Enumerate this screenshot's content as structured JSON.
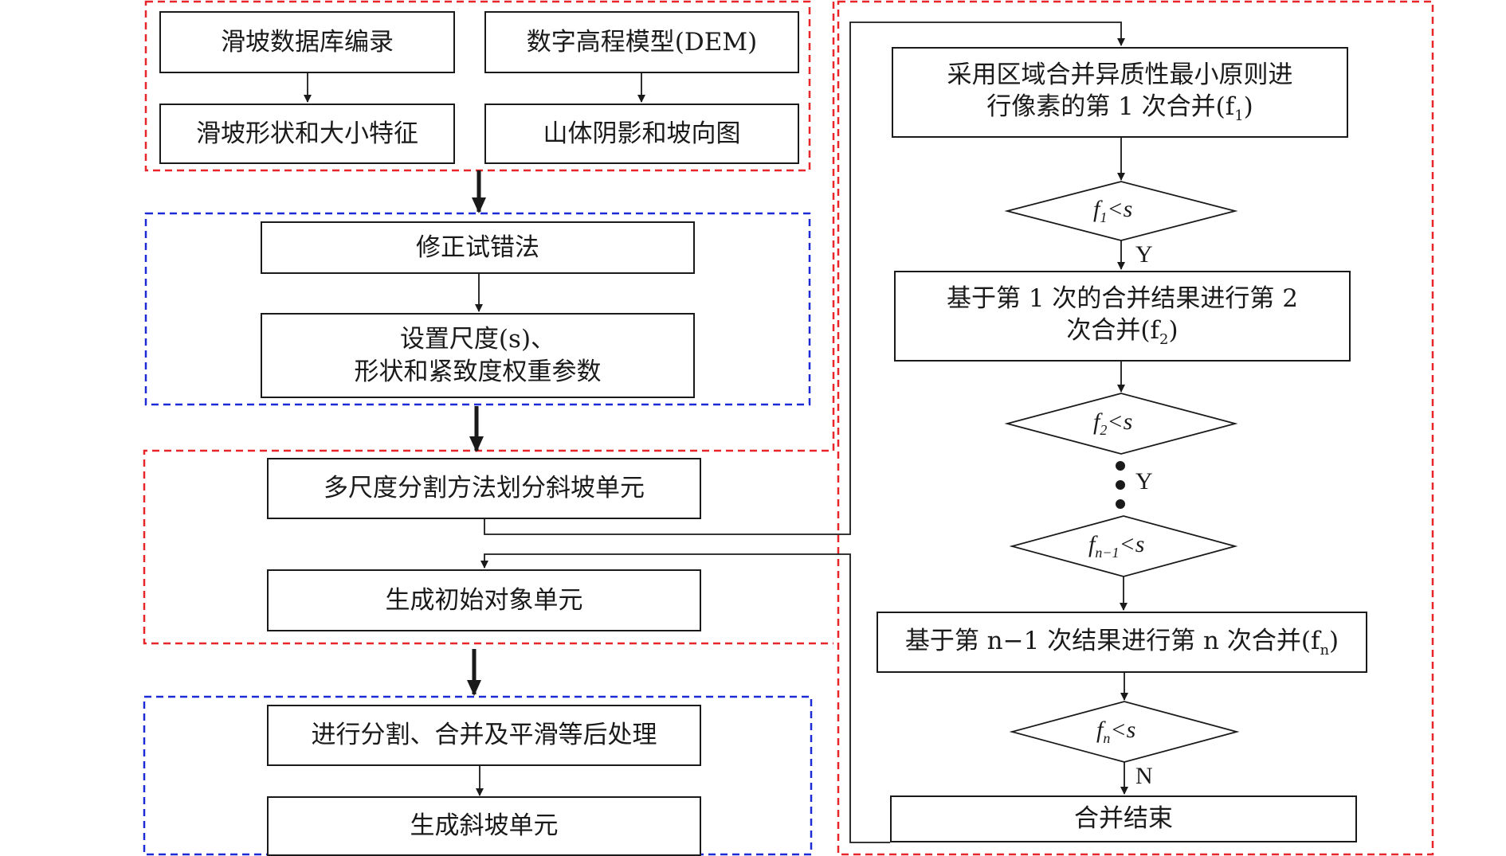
{
  "boxes": {
    "landslide_catalog": "滑坡数据库编录",
    "dem": "数字高程模型(DEM)",
    "landslide_shape_size": "滑坡形状和大小特征",
    "hillshade_aspect": "山体阴影和坡向图",
    "trial_error": "修正试错法",
    "set_params_line1": "设置尺度(s)、",
    "set_params_line2": "形状和紧致度权重参数",
    "multiscale_segmentation": "多尺度分割方法划分斜坡单元",
    "initial_objects": "生成初始对象单元",
    "post_processing": "进行分割、合并及平滑等后处理",
    "generate_slope_units": "生成斜坡单元",
    "merge1_line1": "采用区域合并异质性最小原则进",
    "merge1_line2": "行像素的第 1 次合并(f",
    "merge1_sub": "1",
    "merge1_close": ")",
    "merge2_line1": "基于第 1 次的合并结果进行第 2",
    "merge2_line2": "次合并(f",
    "merge2_sub": "2",
    "merge2_close": ")",
    "mergen_text": "基于第 n−1 次结果进行第 n 次合并(f",
    "mergen_sub": "n",
    "mergen_close": ")",
    "merge_end": "合并结束"
  },
  "conditions": {
    "c1_f": "f",
    "c1_sub": "1",
    "c1_rest": "<s",
    "c2_f": "f",
    "c2_sub": "2",
    "c2_rest": "<s",
    "c3_f": "f",
    "c3_sub": "n−1",
    "c3_rest": "<s",
    "c4_f": "f",
    "c4_sub": "n",
    "c4_rest": "<s"
  },
  "labels": {
    "yes1": "Y",
    "yes2": "Y",
    "no": "N"
  },
  "colors": {
    "red_dash": "#e8262a",
    "blue_dash": "#1c2bd6",
    "line": "#1a1a1a"
  }
}
